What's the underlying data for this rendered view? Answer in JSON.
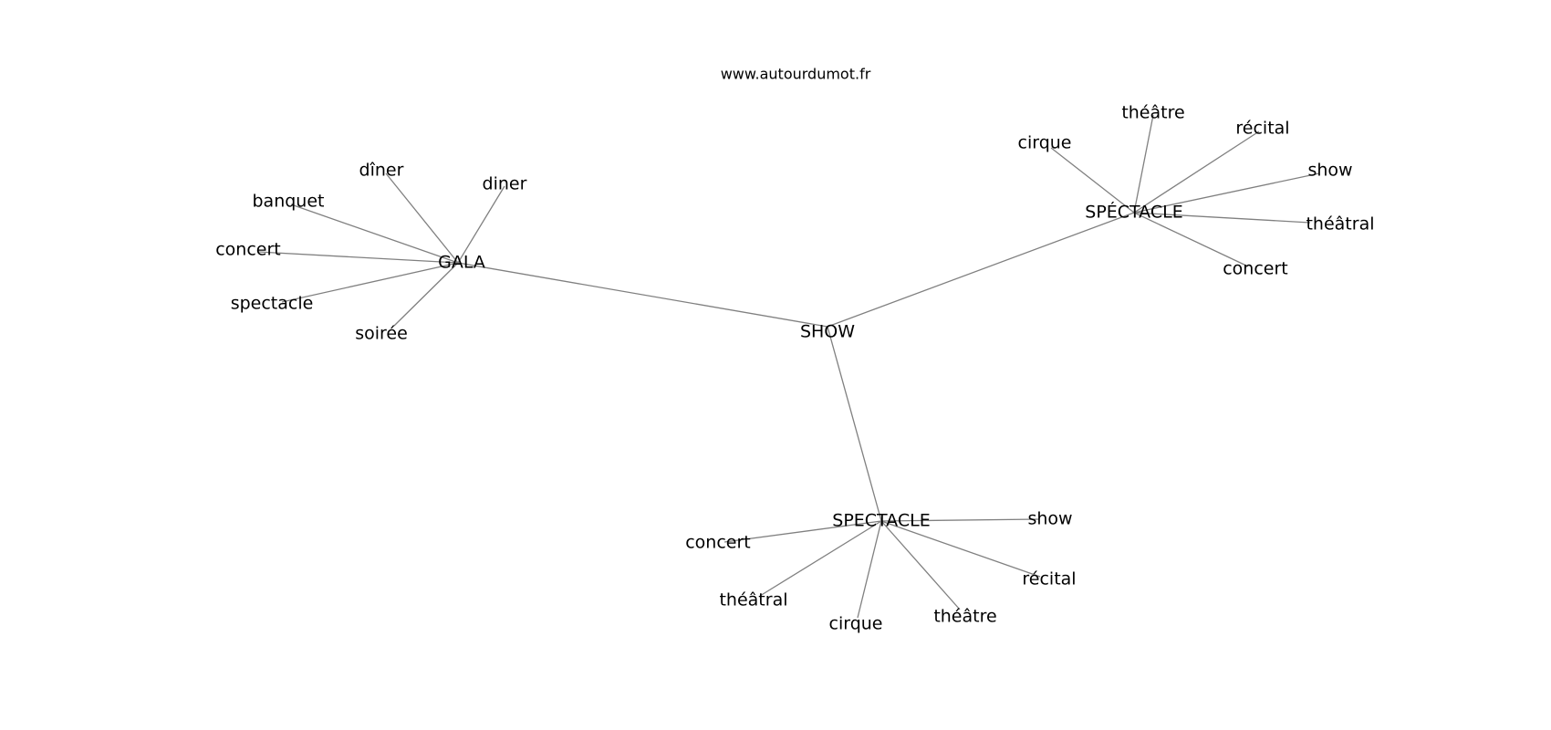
{
  "source": "www.autourdumot.fr",
  "colors": {
    "edge": "#808080",
    "text": "#000000",
    "background": "#ffffff"
  },
  "nodes": [
    {
      "id": "show-root",
      "label": "SHOW"
    },
    {
      "id": "gala",
      "label": "GALA"
    },
    {
      "id": "spectacle-accent",
      "label": "SPÉCTACLE"
    },
    {
      "id": "spectacle",
      "label": "SPECTACLE"
    },
    {
      "id": "gala-diner-circ",
      "label": "dîner"
    },
    {
      "id": "gala-diner",
      "label": "diner"
    },
    {
      "id": "gala-banquet",
      "label": "banquet"
    },
    {
      "id": "gala-concert",
      "label": "concert"
    },
    {
      "id": "gala-spectacle",
      "label": "spectacle"
    },
    {
      "id": "gala-soiree",
      "label": "soirée"
    },
    {
      "id": "sa-cirque",
      "label": "cirque"
    },
    {
      "id": "sa-theatre",
      "label": "théâtre"
    },
    {
      "id": "sa-recital",
      "label": "récital"
    },
    {
      "id": "sa-show",
      "label": "show"
    },
    {
      "id": "sa-theatral",
      "label": "théâtral"
    },
    {
      "id": "sa-concert",
      "label": "concert"
    },
    {
      "id": "sp-show",
      "label": "show"
    },
    {
      "id": "sp-concert",
      "label": "concert"
    },
    {
      "id": "sp-recital",
      "label": "récital"
    },
    {
      "id": "sp-theatral",
      "label": "théâtral"
    },
    {
      "id": "sp-cirque",
      "label": "cirque"
    },
    {
      "id": "sp-theatre",
      "label": "théâtre"
    }
  ],
  "edges": [
    [
      "show-root",
      "gala"
    ],
    [
      "show-root",
      "spectacle-accent"
    ],
    [
      "show-root",
      "spectacle"
    ],
    [
      "gala",
      "gala-diner-circ"
    ],
    [
      "gala",
      "gala-diner"
    ],
    [
      "gala",
      "gala-banquet"
    ],
    [
      "gala",
      "gala-concert"
    ],
    [
      "gala",
      "gala-spectacle"
    ],
    [
      "gala",
      "gala-soiree"
    ],
    [
      "spectacle-accent",
      "sa-cirque"
    ],
    [
      "spectacle-accent",
      "sa-theatre"
    ],
    [
      "spectacle-accent",
      "sa-recital"
    ],
    [
      "spectacle-accent",
      "sa-show"
    ],
    [
      "spectacle-accent",
      "sa-theatral"
    ],
    [
      "spectacle-accent",
      "sa-concert"
    ],
    [
      "spectacle",
      "sp-show"
    ],
    [
      "spectacle",
      "sp-concert"
    ],
    [
      "spectacle",
      "sp-recital"
    ],
    [
      "spectacle",
      "sp-theatral"
    ],
    [
      "spectacle",
      "sp-cirque"
    ],
    [
      "spectacle",
      "sp-theatre"
    ]
  ]
}
